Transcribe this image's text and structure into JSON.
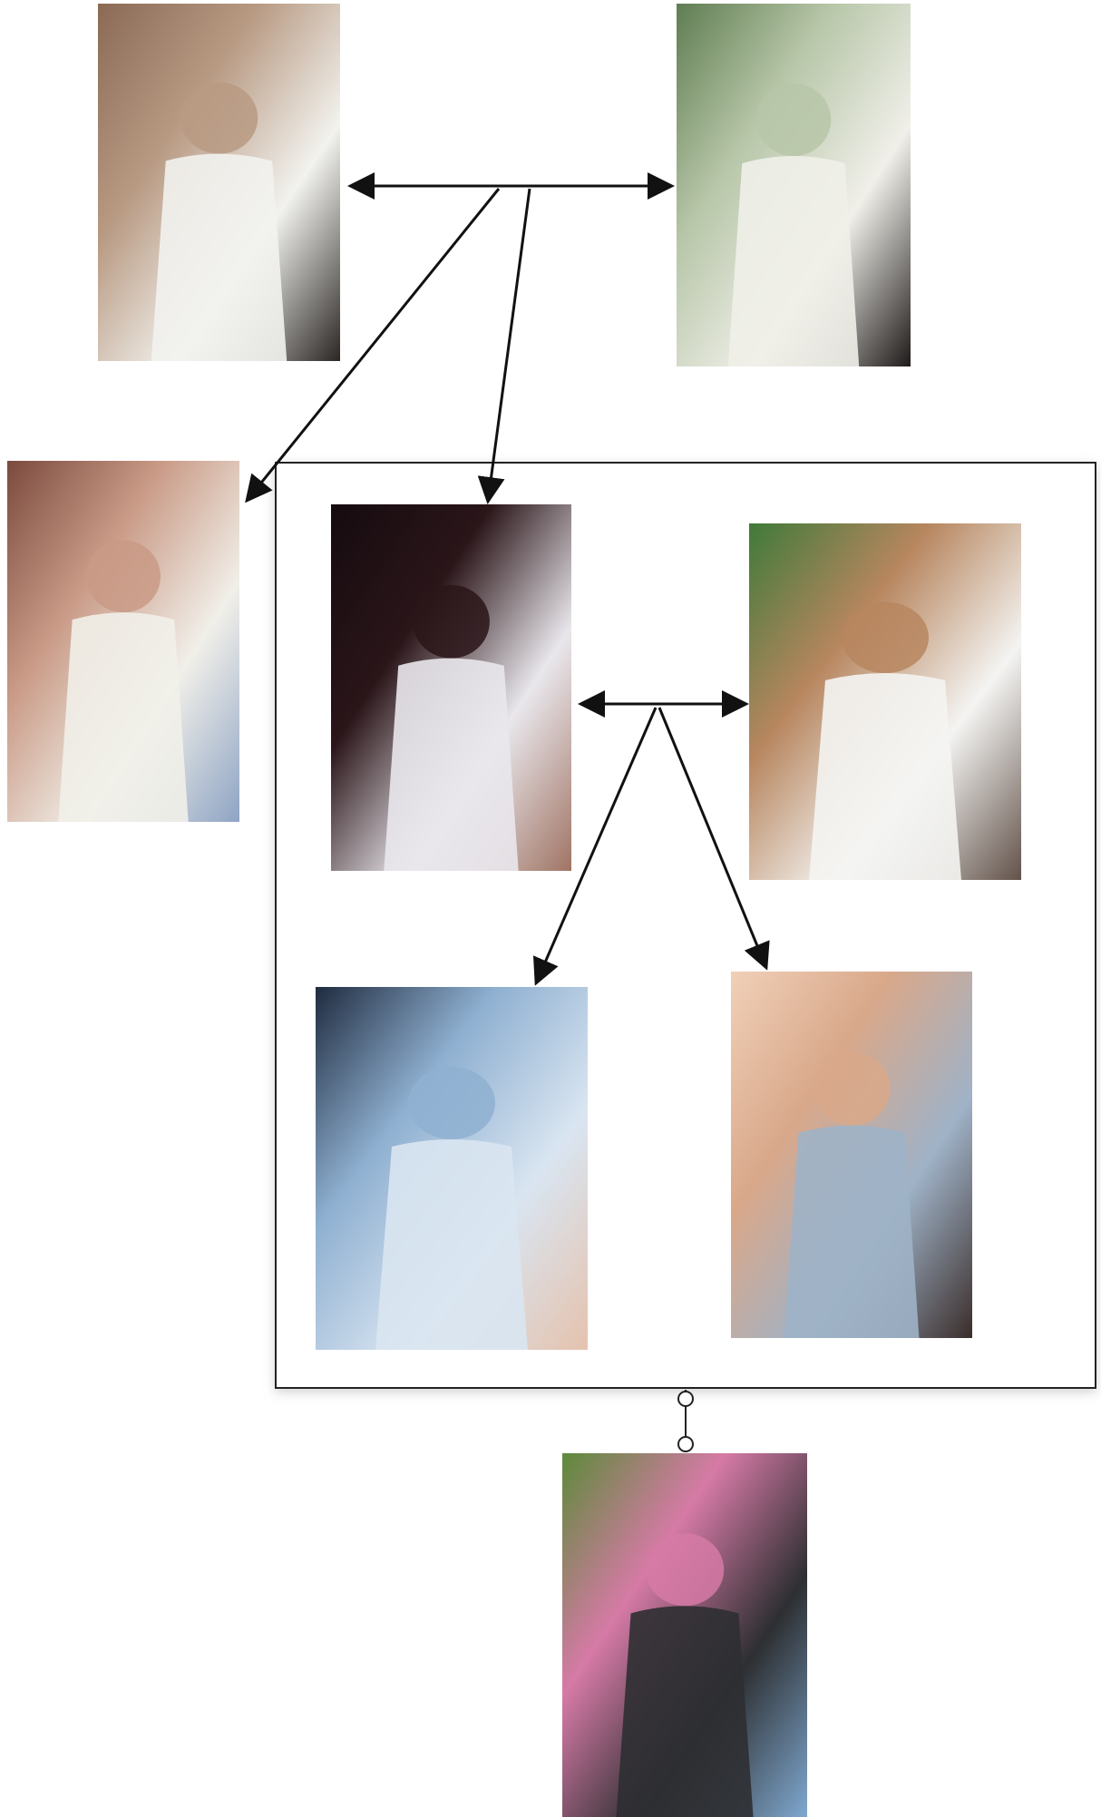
{
  "diagram": {
    "type": "family-tree-photo-diagram",
    "colors": {
      "background": "#ffffff",
      "line": "#111111",
      "group_border": "#222222",
      "group_shadow": "#c8c8c8"
    },
    "photos": [
      {
        "id": "grandfather",
        "description_icon": "man-sunglasses-white-shirt-photo",
        "tones": [
          "#8a6a55",
          "#b89a83",
          "#f2f2ee",
          "#2a2624"
        ]
      },
      {
        "id": "grandmother",
        "description_icon": "woman-dark-hair-white-blouse-photo",
        "tones": [
          "#5f7d52",
          "#b7c6a8",
          "#f0efe9",
          "#1e1a19"
        ]
      },
      {
        "id": "toddler-father",
        "description_icon": "toddler-white-sweater-photo",
        "tones": [
          "#7b4a3e",
          "#c99a86",
          "#f1efe9",
          "#8ea4c4"
        ]
      },
      {
        "id": "toddler-mother",
        "description_icon": "toddler-white-shirt-dark-background-photo",
        "tones": [
          "#150b0f",
          "#2a1519",
          "#e9e7ec",
          "#a07464"
        ]
      },
      {
        "id": "mother-adult",
        "description_icon": "woman-sitting-bench-photo",
        "tones": [
          "#3f7a3a",
          "#b7865f",
          "#f4f4f2",
          "#62524a"
        ]
      },
      {
        "id": "baby-son-1",
        "description_icon": "baby-blue-outfit-carseat-photo",
        "tones": [
          "#1f2b3f",
          "#8fb0d1",
          "#d9e5f1",
          "#e5c2ad"
        ]
      },
      {
        "id": "baby-son-2",
        "description_icon": "baby-face-closeup-photo",
        "tones": [
          "#f0d0b8",
          "#d9a88a",
          "#9fb2c7",
          "#3a2d2a"
        ]
      },
      {
        "id": "family-group",
        "description_icon": "family-outdoor-group-photo",
        "tones": [
          "#5d8a3a",
          "#d67aa6",
          "#2d2f32",
          "#7fa8cf"
        ]
      }
    ]
  }
}
